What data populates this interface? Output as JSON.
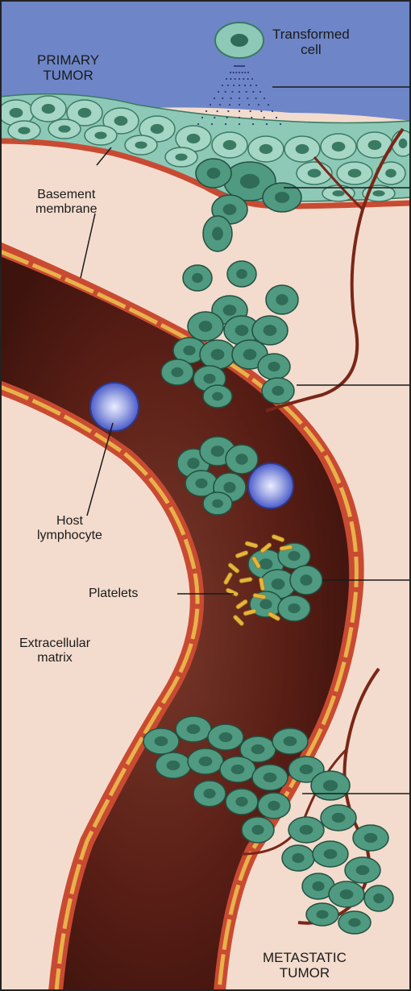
{
  "labels": {
    "primary_tumor": "PRIMARY\nTUMOR",
    "transformed_cell": "Transformed\ncell",
    "basement_membrane": "Basement\nmembrane",
    "host_lymphocyte": "Host\nlymphocyte",
    "platelets": "Platelets",
    "extracellular_matrix": "Extracellular\nmatrix",
    "metastatic_tumor": "METASTATIC\nTUMOR"
  },
  "colors": {
    "sky": "#6e86c8",
    "tissue": "#f3dccd",
    "tumor_cell": "#4f9a80",
    "tumor_cell_light": "#8ec9b7",
    "nucleus": "#2f6b56",
    "vessel_lumen": "#5a1f16",
    "vessel_wall": "#c94a32",
    "endothelium": "#e8b24a",
    "lymphocyte": "#4b5cc9",
    "platelet": "#e7b53a",
    "capillary": "#7a2618"
  }
}
